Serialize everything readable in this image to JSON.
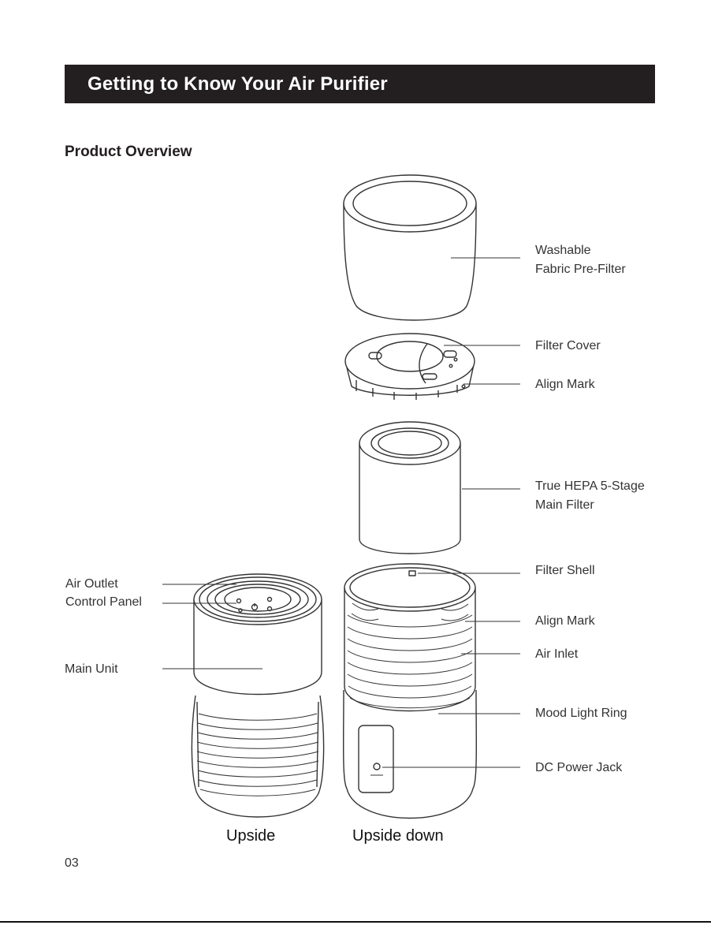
{
  "header": {
    "title": "Getting to Know Your Air Purifier"
  },
  "section": {
    "title": "Product Overview"
  },
  "labels": {
    "pre_filter_line1": "Washable",
    "pre_filter_line2": "Fabric Pre-Filter",
    "filter_cover": "Filter Cover",
    "align_mark_top": "Align Mark",
    "hepa_line1": "True HEPA 5-Stage",
    "hepa_line2": "Main Filter",
    "filter_shell": "Filter Shell",
    "align_mark_shell": "Align Mark",
    "air_inlet": "Air Inlet",
    "mood_light": "Mood Light Ring",
    "dc_power": "DC Power Jack",
    "air_outlet": "Air Outlet",
    "control_panel": "Control Panel",
    "main_unit": "Main Unit"
  },
  "captions": {
    "upside": "Upside",
    "upside_down": "Upside down"
  },
  "footer": {
    "page_number": "03"
  }
}
